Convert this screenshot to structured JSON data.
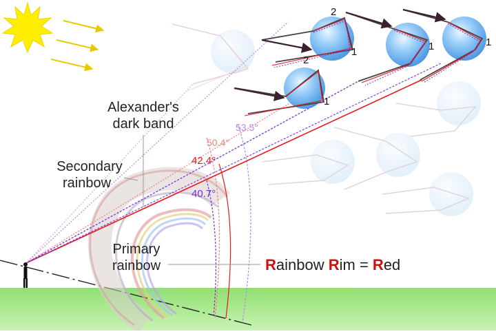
{
  "labels": {
    "alexander_line1": "Alexander's",
    "alexander_line2": "dark band",
    "secondary_line1": "Secondary",
    "secondary_line2": "rainbow",
    "primary_line1": "Primary",
    "primary_line2": "rainbow",
    "angle_53": "53.5°",
    "angle_50": "50.4°",
    "angle_42": "42.4°",
    "angle_40": "40.7°",
    "mnemonic_R1": "R",
    "mnemonic_ainbow": "ainbow ",
    "mnemonic_R2": "R",
    "mnemonic_im": "im = ",
    "mnemonic_R3": "R",
    "mnemonic_ed": "ed",
    "reflection_2": "2",
    "reflection_1": "1"
  },
  "colors": {
    "sun": "#ffee00",
    "sun_rays": "#e8c800",
    "grass": "#8ee06a",
    "red_ray": "#e81818",
    "violet_ray": "#7a2fe0",
    "salmon_label": "#f08080",
    "lavender_label": "#b68ae8",
    "mnemonic_red": "#cc1111",
    "droplet": "#5aa8f0"
  },
  "icons": {
    "sun": "sun-icon",
    "observer": "person-silhouette-icon",
    "droplet": "water-droplet-icon"
  }
}
